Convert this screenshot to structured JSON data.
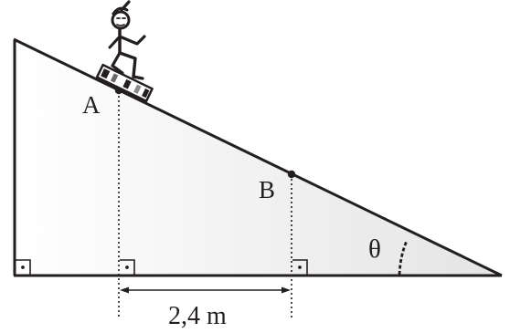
{
  "labels": {
    "point_a": "A",
    "point_b": "B",
    "angle": "θ",
    "distance": "2,4 m"
  },
  "colors": {
    "ink": "#231f20",
    "ramp_fill_light": "#ffffff",
    "ramp_fill_dark": "#e4e4e4"
  },
  "icons": {
    "rider": "stick-figure-on-sled-icon",
    "right_angle": "right-angle-marker-icon"
  }
}
